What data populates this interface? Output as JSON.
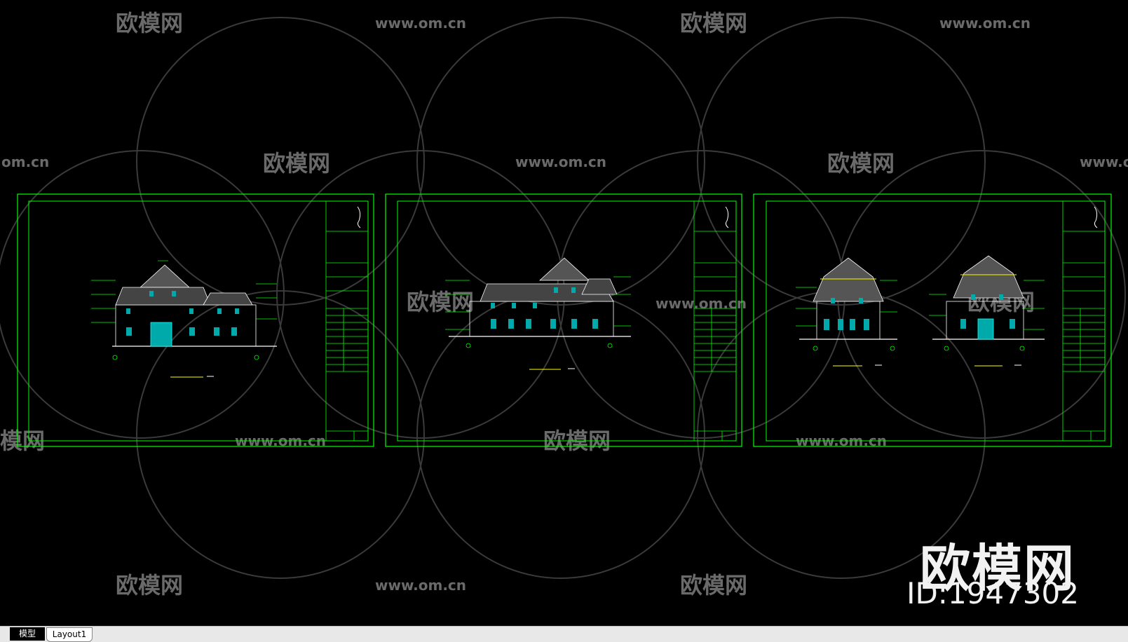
{
  "watermarks": {
    "brand": "欧模网",
    "site": "www.om.cn",
    "site_partial": "om.cn",
    "brand_partial": "模网",
    "corner_brand": "欧模网",
    "corner_id": "ID:1947302"
  },
  "tabs": [
    {
      "label": "模型",
      "active": true
    },
    {
      "label": "Layout1",
      "active": false
    }
  ],
  "colors": {
    "frame": "#00ff00",
    "drawing_lines": "#ffffff",
    "windows": "#00ffff",
    "annotations": "#00ff00",
    "background": "#000000"
  }
}
